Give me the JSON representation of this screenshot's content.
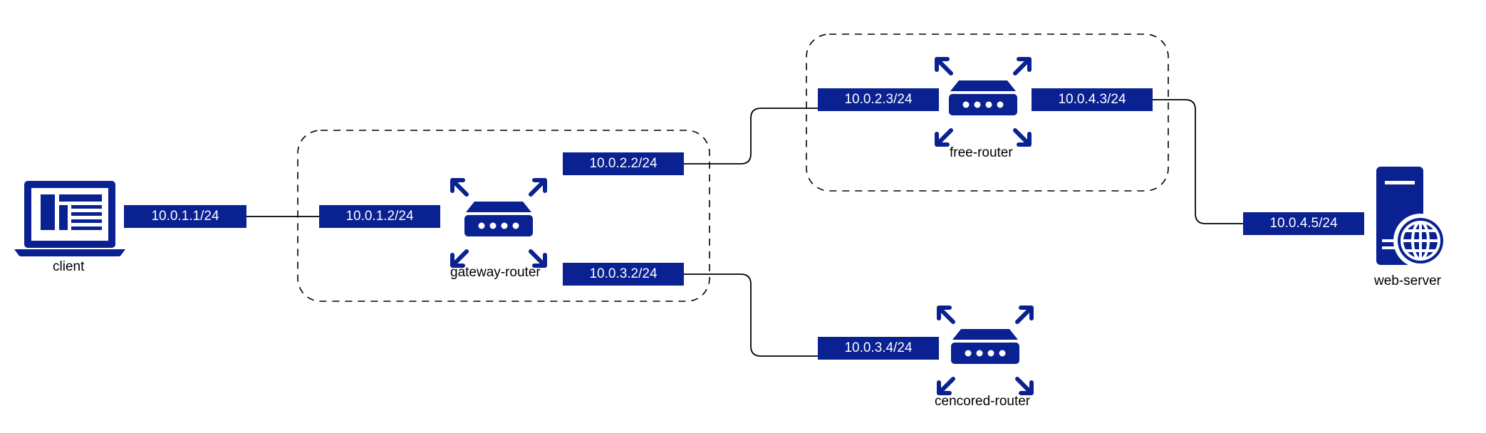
{
  "colors": {
    "accent": "#0a2191",
    "line": "#000000",
    "background": "#ffffff"
  },
  "nodes": {
    "client": {
      "label": "client",
      "icon": "laptop-icon"
    },
    "gateway_router": {
      "label": "gateway-router",
      "icon": "router-icon"
    },
    "free_router": {
      "label": "free-router",
      "icon": "router-icon"
    },
    "censored_router": {
      "label": "cencored-router",
      "icon": "router-icon"
    },
    "web_server": {
      "label": "web-server",
      "icon": "web-server-icon"
    }
  },
  "interfaces": {
    "client_if": "10.0.1.1/24",
    "gateway_if1": "10.0.1.2/24",
    "gateway_if2": "10.0.2.2/24",
    "gateway_if3": "10.0.3.2/24",
    "free_if1": "10.0.2.3/24",
    "free_if2": "10.0.4.3/24",
    "censored_if": "10.0.3.4/24",
    "web_if": "10.0.4.5/24"
  }
}
